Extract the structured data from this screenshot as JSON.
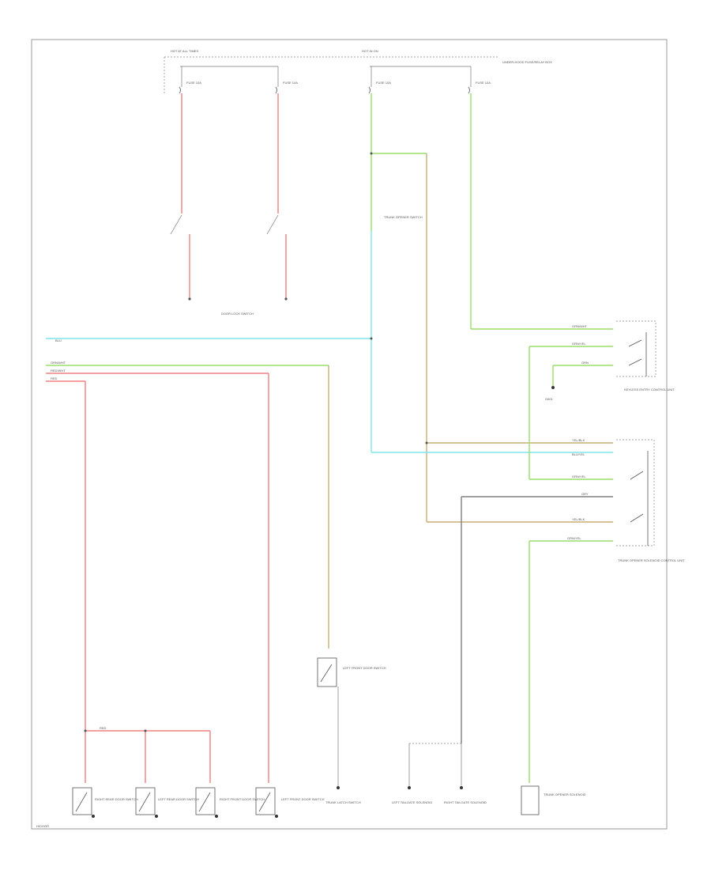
{
  "colors": {
    "red": "#f08080",
    "green": "#9adf6a",
    "cyan": "#7fe6ee",
    "tan": "#c9ad72",
    "gray": "#808080",
    "frame": "#999999"
  },
  "labels": {
    "top_left_bus": "HOT AT ALL TIMES",
    "top_right_bus": "HOT IN ON",
    "fuse_1": "FUSE 10A",
    "fuse_2": "FUSE 10A",
    "fuse_3": "FUSE 10A",
    "fuse_4": "FUSE 10A",
    "fuse_box_note": "UNDER-HOOD FUSE/RELAY BOX",
    "door_switch": "DOOR LOCK SWITCH",
    "trunk_switch": "TRUNK OPENER SWITCH",
    "left_wire": "BLU",
    "left_wire_1": "GRN/WHT",
    "left_wire_2": "RED/WHT",
    "left_wire_3": "RED",
    "red_join": "RED",
    "right_w1": "GRN/WHT",
    "right_w2": "GRN/YEL",
    "right_w3": "GRN",
    "right_w4": "YEL/BLK",
    "right_w5": "BLU/YEL",
    "right_w6": "GRN/YEL",
    "right_w7": "GRY",
    "right_w8": "YEL/BLK",
    "right_w9": "GRN/YEL",
    "upper_switch": "KEYLESS ENTRY CONTROL UNIT",
    "ground_upper": "G501",
    "lower_switch": "TRUNK OPENER SOLENOID CONTROL UNIT",
    "center_switch": "LEFT FRONT DOOR SWITCH",
    "bottom_1": "RIGHT REAR DOOR SWITCH",
    "bottom_2": "LEFT REAR DOOR SWITCH",
    "bottom_3": "RIGHT FRONT DOOR SWITCH",
    "bottom_4": "LEFT FRONT DOOR SWITCH",
    "bottom_5": "TRUNK LATCH SWITCH",
    "bottom_6": "LEFT TAILGATE SOLENOID",
    "bottom_7": "RIGHT TAILGATE SOLENOID",
    "bottom_8": "TRUNK OPENER SOLENOID",
    "corner": "H/DOOR"
  }
}
